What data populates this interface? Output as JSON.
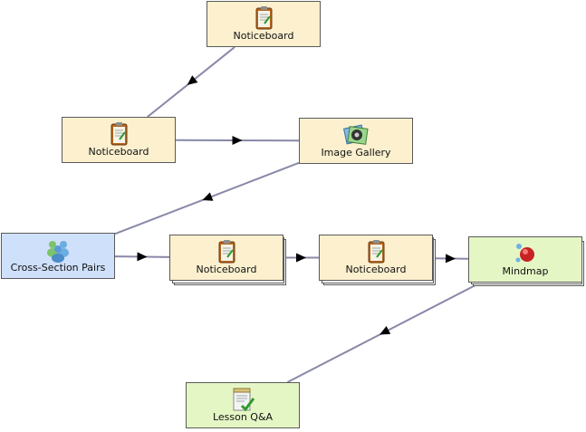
{
  "colors": {
    "activity_fill": "#fcf0cf",
    "grouping_fill": "#cfe0fb",
    "tool_fill": "#e5f6c5",
    "connector": "#8888a8",
    "arrowhead": "#000000"
  },
  "nodes": {
    "n1": {
      "label": "Noticeboard",
      "icon": "noticeboard-icon"
    },
    "n2": {
      "label": "Noticeboard",
      "icon": "noticeboard-icon"
    },
    "n3": {
      "label": "Image Gallery",
      "icon": "image-gallery-icon"
    },
    "n4": {
      "label": "Cross-Section Pairs",
      "icon": "group-people-icon"
    },
    "n5": {
      "label": "Noticeboard",
      "icon": "noticeboard-icon"
    },
    "n6": {
      "label": "Noticeboard",
      "icon": "noticeboard-icon"
    },
    "n7": {
      "label": "Mindmap",
      "icon": "mindmap-icon"
    },
    "n8": {
      "label": "Lesson Q&A",
      "icon": "notepad-check-icon"
    }
  },
  "edges": [
    {
      "from": "n1",
      "to": "n2"
    },
    {
      "from": "n2",
      "to": "n3"
    },
    {
      "from": "n3",
      "to": "n4"
    },
    {
      "from": "n4",
      "to": "n5"
    },
    {
      "from": "n5",
      "to": "n6"
    },
    {
      "from": "n6",
      "to": "n7"
    },
    {
      "from": "n7",
      "to": "n8"
    }
  ]
}
